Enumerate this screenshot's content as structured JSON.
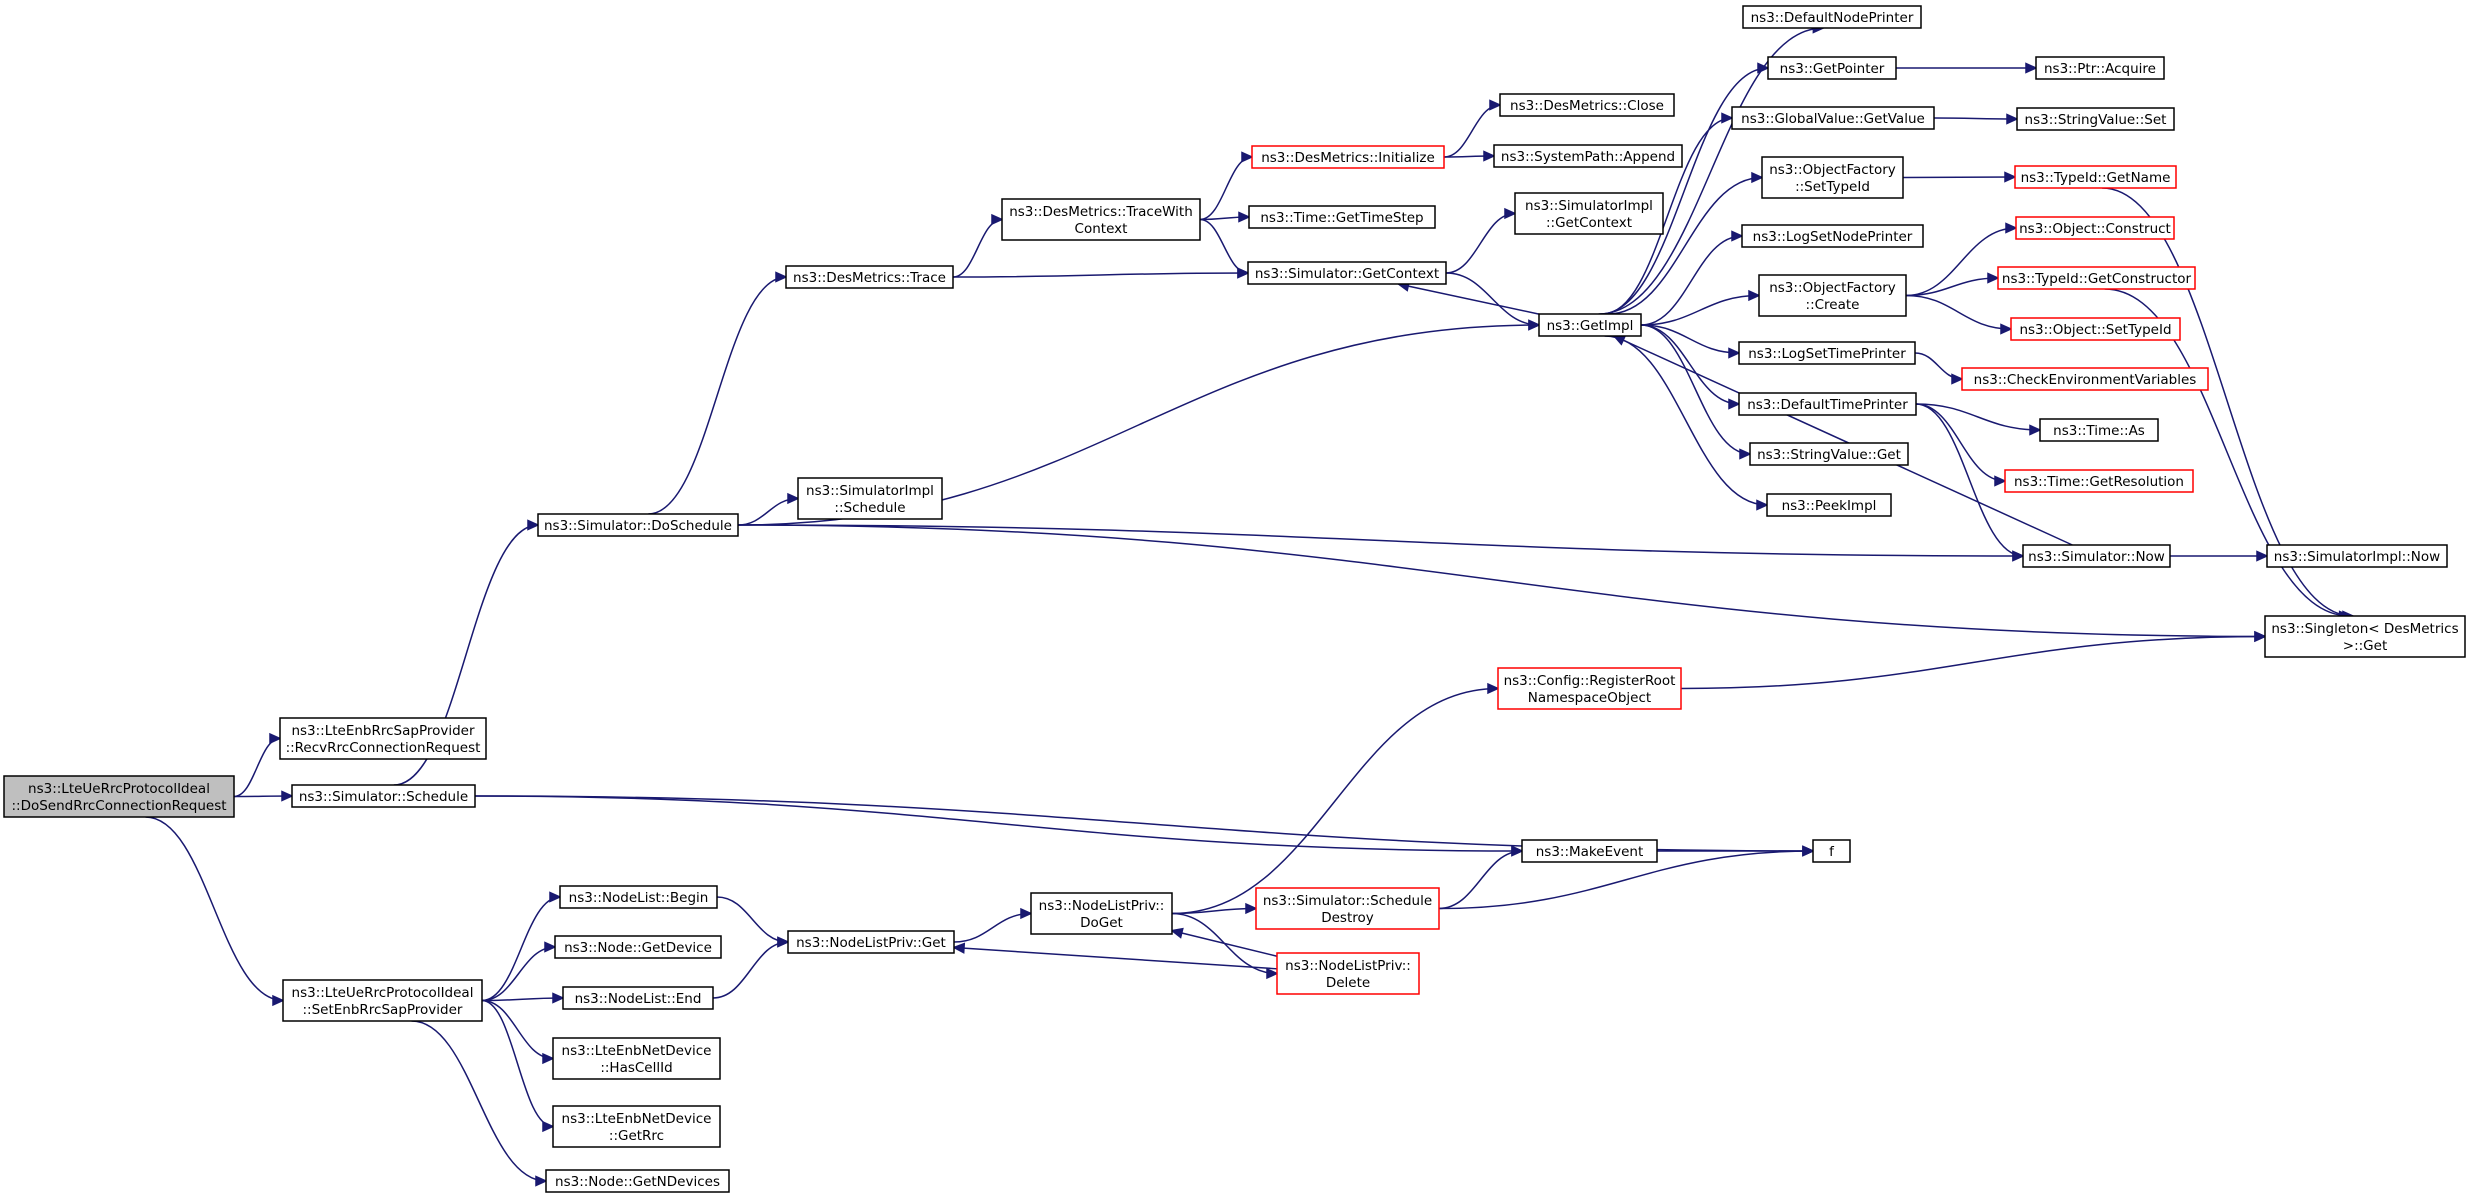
{
  "colors": {
    "edge": "#191970",
    "node_border": "#000000",
    "node_border_truncated": "#ff0000",
    "root_fill": "#bfbfbf",
    "node_fill": "#ffffff"
  },
  "nodes": [
    {
      "id": "root",
      "lines": [
        "ns3::LteUeRrcProtocolIdeal",
        "::DoSendRrcConnectionRequest"
      ],
      "root": true
    },
    {
      "id": "recv",
      "lines": [
        "ns3::LteEnbRrcSapProvider",
        "::RecvRrcConnectionRequest"
      ]
    },
    {
      "id": "schedule",
      "lines": [
        "ns3::Simulator::Schedule"
      ]
    },
    {
      "id": "setenb",
      "lines": [
        "ns3::LteUeRrcProtocolIdeal",
        "::SetEnbRrcSapProvider"
      ]
    },
    {
      "id": "doschedule",
      "lines": [
        "ns3::Simulator::DoSchedule"
      ]
    },
    {
      "id": "destrace",
      "lines": [
        "ns3::DesMetrics::Trace"
      ]
    },
    {
      "id": "tracewith",
      "lines": [
        "ns3::DesMetrics::TraceWith",
        "Context"
      ]
    },
    {
      "id": "desinit",
      "lines": [
        "ns3::DesMetrics::Initialize"
      ],
      "red": true
    },
    {
      "id": "desclose",
      "lines": [
        "ns3::DesMetrics::Close"
      ]
    },
    {
      "id": "sysappend",
      "lines": [
        "ns3::SystemPath::Append"
      ]
    },
    {
      "id": "gettimestep",
      "lines": [
        "ns3::Time::GetTimeStep"
      ]
    },
    {
      "id": "simgetctx",
      "lines": [
        "ns3::Simulator::GetContext"
      ]
    },
    {
      "id": "simimplctx",
      "lines": [
        "ns3::SimulatorImpl",
        "::GetContext"
      ]
    },
    {
      "id": "simimplsched",
      "lines": [
        "ns3::SimulatorImpl",
        "::Schedule"
      ]
    },
    {
      "id": "getimpl",
      "lines": [
        "ns3::GetImpl"
      ]
    },
    {
      "id": "defnodeprinter",
      "lines": [
        "ns3::DefaultNodePrinter"
      ]
    },
    {
      "id": "getpointer",
      "lines": [
        "ns3::GetPointer"
      ]
    },
    {
      "id": "ptracquire",
      "lines": [
        "ns3::Ptr::Acquire"
      ]
    },
    {
      "id": "globalget",
      "lines": [
        "ns3::GlobalValue::GetValue"
      ]
    },
    {
      "id": "stringset",
      "lines": [
        "ns3::StringValue::Set"
      ]
    },
    {
      "id": "ofsettype",
      "lines": [
        "ns3::ObjectFactory",
        "::SetTypeId"
      ]
    },
    {
      "id": "typegetname",
      "lines": [
        "ns3::TypeId::GetName"
      ],
      "red": true
    },
    {
      "id": "logsetnode",
      "lines": [
        "ns3::LogSetNodePrinter"
      ]
    },
    {
      "id": "ofcreate",
      "lines": [
        "ns3::ObjectFactory",
        "::Create"
      ]
    },
    {
      "id": "objconstruct",
      "lines": [
        "ns3::Object::Construct"
      ],
      "red": true
    },
    {
      "id": "typegetctor",
      "lines": [
        "ns3::TypeId::GetConstructor"
      ],
      "red": true
    },
    {
      "id": "objsettype",
      "lines": [
        "ns3::Object::SetTypeId"
      ],
      "red": true
    },
    {
      "id": "logsettime",
      "lines": [
        "ns3::LogSetTimePrinter"
      ]
    },
    {
      "id": "checkenv",
      "lines": [
        "ns3::CheckEnvironmentVariables"
      ],
      "red": true
    },
    {
      "id": "deftimeprinter",
      "lines": [
        "ns3::DefaultTimePrinter"
      ]
    },
    {
      "id": "timeas",
      "lines": [
        "ns3::Time::As"
      ]
    },
    {
      "id": "timegetres",
      "lines": [
        "ns3::Time::GetResolution"
      ],
      "red": true
    },
    {
      "id": "stringget",
      "lines": [
        "ns3::StringValue::Get"
      ]
    },
    {
      "id": "peekimpl",
      "lines": [
        "ns3::PeekImpl"
      ]
    },
    {
      "id": "simnow",
      "lines": [
        "ns3::Simulator::Now"
      ]
    },
    {
      "id": "simimplnow",
      "lines": [
        "ns3::SimulatorImpl::Now"
      ]
    },
    {
      "id": "singleton",
      "lines": [
        "ns3::Singleton< DesMetrics",
        " >::Get"
      ]
    },
    {
      "id": "configreg",
      "lines": [
        "ns3::Config::RegisterRoot",
        "NamespaceObject"
      ],
      "red": true
    },
    {
      "id": "makeevent",
      "lines": [
        "ns3::MakeEvent"
      ]
    },
    {
      "id": "f",
      "lines": [
        "f"
      ]
    },
    {
      "id": "nlbegin",
      "lines": [
        "ns3::NodeList::Begin"
      ]
    },
    {
      "id": "nodegetdev",
      "lines": [
        "ns3::Node::GetDevice"
      ]
    },
    {
      "id": "nlend",
      "lines": [
        "ns3::NodeList::End"
      ]
    },
    {
      "id": "hascellid",
      "lines": [
        "ns3::LteEnbNetDevice",
        "::HasCellId"
      ]
    },
    {
      "id": "getrrc",
      "lines": [
        "ns3::LteEnbNetDevice",
        "::GetRrc"
      ]
    },
    {
      "id": "getndev",
      "lines": [
        "ns3::Node::GetNDevices"
      ]
    },
    {
      "id": "nlprivget",
      "lines": [
        "ns3::NodeListPriv::Get"
      ]
    },
    {
      "id": "nlprivdoget",
      "lines": [
        "ns3::NodeListPriv::",
        "DoGet"
      ]
    },
    {
      "id": "schedDestroy",
      "lines": [
        "ns3::Simulator::Schedule",
        "Destroy"
      ],
      "red": true
    },
    {
      "id": "nlprivdelete",
      "lines": [
        "ns3::NodeListPriv::",
        "Delete"
      ],
      "red": true
    }
  ],
  "edges": [
    {
      "from": "root",
      "to": "recv"
    },
    {
      "from": "root",
      "to": "schedule"
    },
    {
      "from": "root",
      "to": "setenb"
    },
    {
      "from": "schedule",
      "to": "doschedule"
    },
    {
      "from": "schedule",
      "to": "makeevent"
    },
    {
      "from": "schedule",
      "to": "f"
    },
    {
      "from": "setenb",
      "to": "nlbegin"
    },
    {
      "from": "setenb",
      "to": "nodegetdev"
    },
    {
      "from": "setenb",
      "to": "nlend"
    },
    {
      "from": "setenb",
      "to": "hascellid"
    },
    {
      "from": "setenb",
      "to": "getrrc"
    },
    {
      "from": "setenb",
      "to": "getndev"
    },
    {
      "from": "doschedule",
      "to": "destrace"
    },
    {
      "from": "doschedule",
      "to": "simimplsched"
    },
    {
      "from": "doschedule",
      "to": "getimpl"
    },
    {
      "from": "doschedule",
      "to": "simnow"
    },
    {
      "from": "doschedule",
      "to": "singleton"
    },
    {
      "from": "destrace",
      "to": "tracewith"
    },
    {
      "from": "destrace",
      "to": "simgetctx"
    },
    {
      "from": "tracewith",
      "to": "desinit"
    },
    {
      "from": "tracewith",
      "to": "gettimestep"
    },
    {
      "from": "tracewith",
      "to": "simgetctx"
    },
    {
      "from": "desinit",
      "to": "desclose"
    },
    {
      "from": "desinit",
      "to": "sysappend"
    },
    {
      "from": "simgetctx",
      "to": "simimplctx"
    },
    {
      "from": "simgetctx",
      "to": "getimpl"
    },
    {
      "from": "getimpl",
      "to": "defnodeprinter"
    },
    {
      "from": "getimpl",
      "to": "getpointer"
    },
    {
      "from": "getimpl",
      "to": "globalget"
    },
    {
      "from": "getimpl",
      "to": "ofsettype"
    },
    {
      "from": "getimpl",
      "to": "logsetnode"
    },
    {
      "from": "getimpl",
      "to": "ofcreate"
    },
    {
      "from": "getimpl",
      "to": "logsettime"
    },
    {
      "from": "getimpl",
      "to": "deftimeprinter"
    },
    {
      "from": "getimpl",
      "to": "stringget"
    },
    {
      "from": "getimpl",
      "to": "peekimpl"
    },
    {
      "from": "getimpl",
      "to": "simgetctx"
    },
    {
      "from": "getpointer",
      "to": "ptracquire"
    },
    {
      "from": "globalget",
      "to": "stringset"
    },
    {
      "from": "ofsettype",
      "to": "typegetname"
    },
    {
      "from": "ofcreate",
      "to": "objconstruct"
    },
    {
      "from": "ofcreate",
      "to": "typegetctor"
    },
    {
      "from": "ofcreate",
      "to": "objsettype"
    },
    {
      "from": "logsettime",
      "to": "checkenv"
    },
    {
      "from": "deftimeprinter",
      "to": "timeas"
    },
    {
      "from": "deftimeprinter",
      "to": "timegetres"
    },
    {
      "from": "deftimeprinter",
      "to": "simnow"
    },
    {
      "from": "simnow",
      "to": "getimpl"
    },
    {
      "from": "simnow",
      "to": "simimplnow"
    },
    {
      "from": "typegetname",
      "to": "singleton"
    },
    {
      "from": "typegetctor",
      "to": "singleton"
    },
    {
      "from": "configreg",
      "to": "singleton"
    },
    {
      "from": "makeevent",
      "to": "f"
    },
    {
      "from": "nlbegin",
      "to": "nlprivget"
    },
    {
      "from": "nlend",
      "to": "nlprivget"
    },
    {
      "from": "nlprivget",
      "to": "nlprivdoget"
    },
    {
      "from": "nlprivdoget",
      "to": "configreg"
    },
    {
      "from": "nlprivdoget",
      "to": "schedDestroy"
    },
    {
      "from": "nlprivdoget",
      "to": "nlprivdelete"
    },
    {
      "from": "schedDestroy",
      "to": "makeevent"
    },
    {
      "from": "schedDestroy",
      "to": "f"
    },
    {
      "from": "nlprivdelete",
      "to": "nlprivdoget"
    },
    {
      "from": "nlprivdelete",
      "to": "nlprivget"
    }
  ]
}
